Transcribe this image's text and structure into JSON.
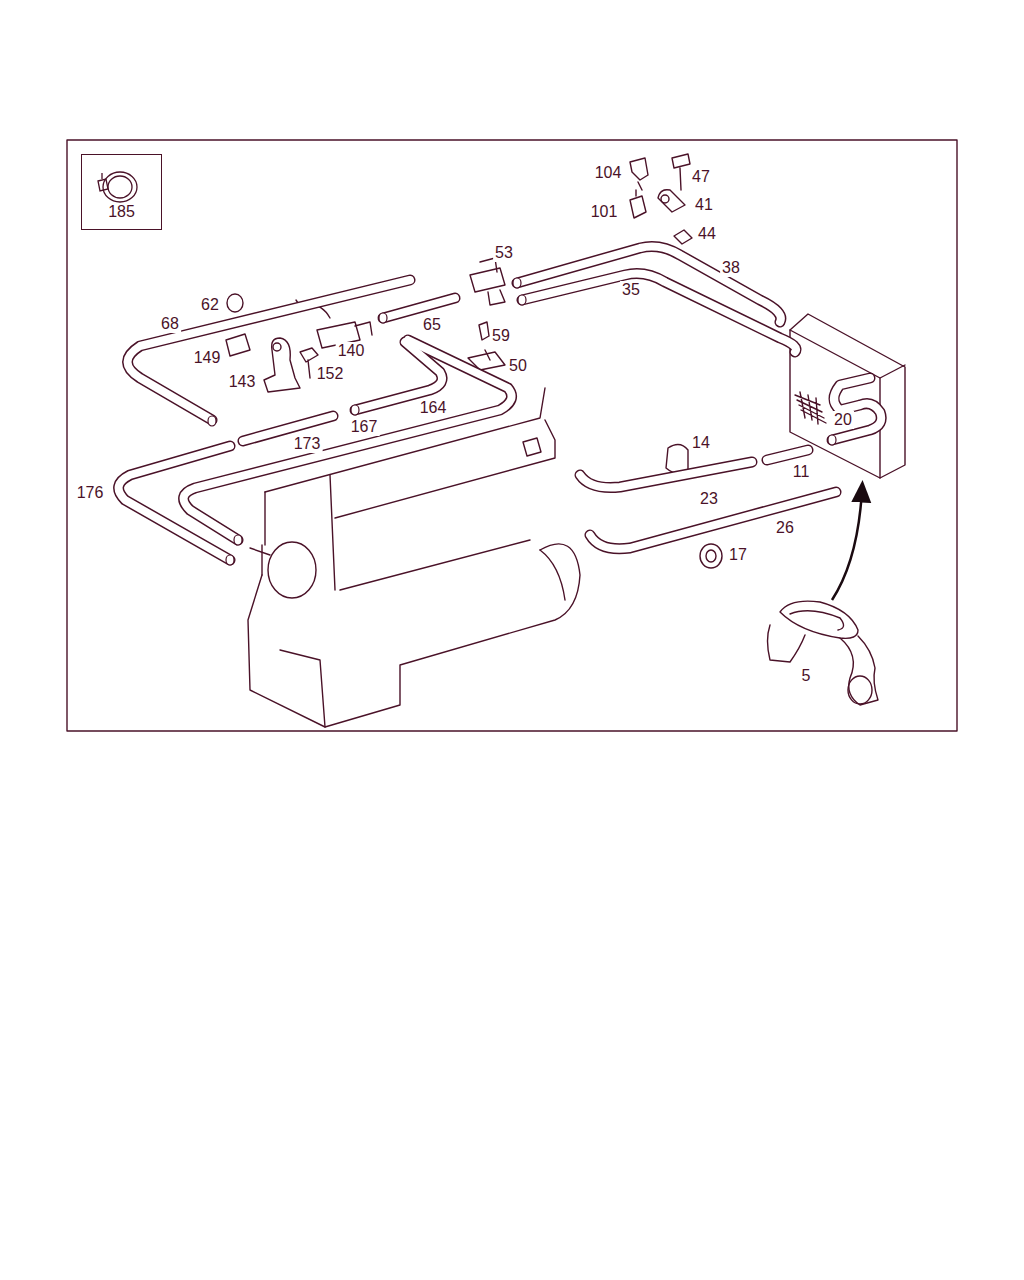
{
  "diagram": {
    "nodes": [
      {
        "text": [
          "185"
        ]
      }
    ],
    "labels": [
      "104",
      "47",
      "101",
      "41",
      "44",
      "53",
      "38",
      "35",
      "62",
      "68",
      "65",
      "59",
      "140",
      "149",
      "50",
      "152",
      "143",
      "164",
      "20",
      "167",
      "14",
      "173",
      "11",
      "176",
      "23",
      "26",
      "17",
      "5"
    ]
  }
}
